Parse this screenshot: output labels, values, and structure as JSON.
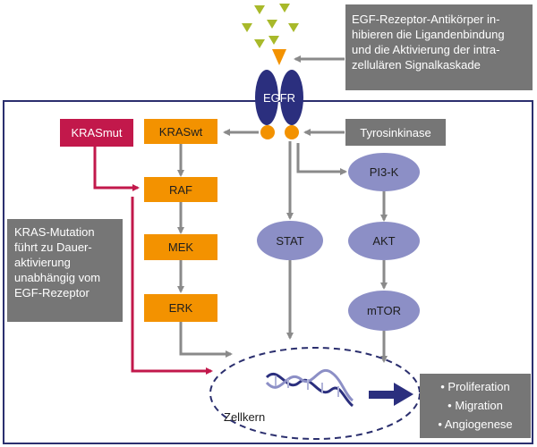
{
  "receptor": {
    "label": "EGFR"
  },
  "antibody_note": {
    "text": "EGF-Rezeptor-Antikörper in-\nhibieren die Ligandenbindung\nund die Aktivierung der intra-\nzellulären Signalkaskade"
  },
  "tyrosine_kinase": {
    "label": "Tyrosinkinase"
  },
  "kras_mut": {
    "label": "KRASmut"
  },
  "mapk_path": {
    "kras_wt": "KRASwt",
    "raf": "RAF",
    "mek": "MEK",
    "erk": "ERK"
  },
  "pi3k_path": {
    "pi3k": "PI3-K",
    "akt": "AKT",
    "mtor": "mTOR"
  },
  "stat": {
    "label": "STAT"
  },
  "kras_note": {
    "text": "KRAS-Mutation\nführt zu Dauer-\naktivierung\nunabhängig vom\nEGF-Rezeptor"
  },
  "nucleus": {
    "label": "Zellkern"
  },
  "outcomes": {
    "items": [
      "• Proliferation",
      "• Migration",
      "• Angiogenese"
    ]
  },
  "colors": {
    "membrane": "#2b2f6e",
    "receptor": "#2b2f7e",
    "kinase_dots": "#f39200",
    "ligand_green": "#a8b92a",
    "antibody": "#f39200",
    "kras_mut": "#c2184b",
    "arrows_gray": "#8a8a8a",
    "outcome_arrow": "#2b2f7e"
  }
}
